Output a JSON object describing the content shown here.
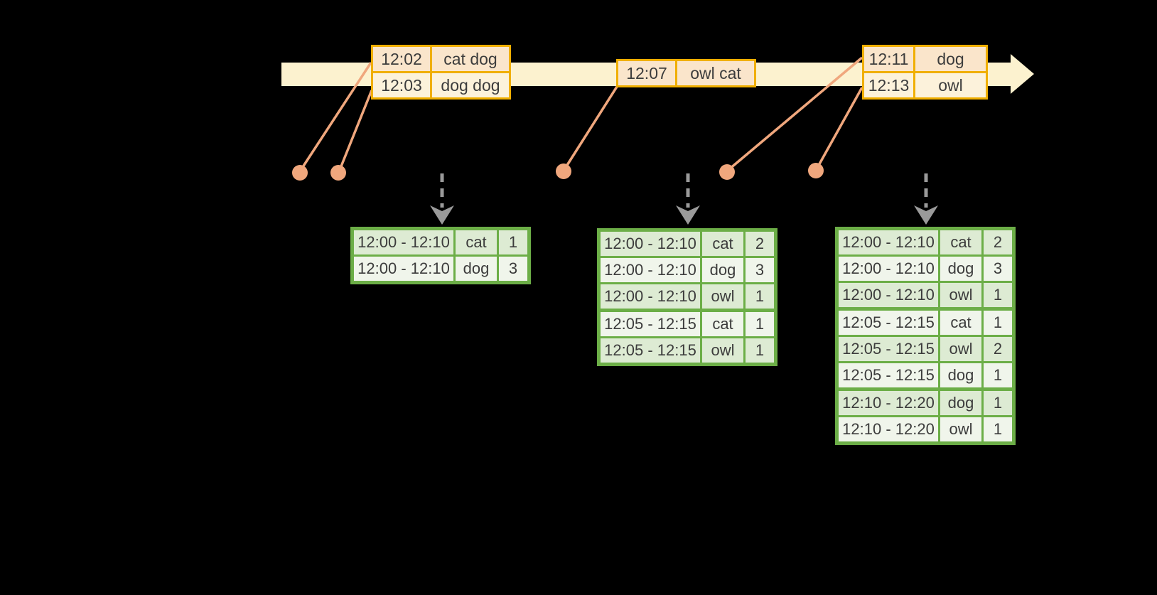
{
  "colors": {
    "background": "#000000",
    "band": "#FCF2CF",
    "gold": "#F0AF00",
    "peach": "#FAE5CB",
    "cream": "#FCF2DB",
    "salmon": "#F0A77D",
    "green": "#6CAE47",
    "greendark": "#DDEBD3",
    "greenlight": "#F0F5EB",
    "gray": "#9A9A9A",
    "text": "#3C3C3C"
  },
  "event_tables": [
    {
      "rows": [
        {
          "time": "12:02",
          "words": "cat dog"
        },
        {
          "time": "12:03",
          "words": "dog dog"
        }
      ]
    },
    {
      "rows": [
        {
          "time": "12:07",
          "words": "owl cat"
        }
      ]
    },
    {
      "rows": [
        {
          "time": "12:11",
          "words": "dog"
        },
        {
          "time": "12:13",
          "words": "owl"
        }
      ]
    }
  ],
  "result_tables": [
    {
      "rows": [
        {
          "window": "12:00 - 12:10",
          "word": "cat",
          "count": "1"
        },
        {
          "window": "12:00 - 12:10",
          "word": "dog",
          "count": "3"
        }
      ]
    },
    {
      "rows": [
        {
          "window": "12:00 - 12:10",
          "word": "cat",
          "count": "2"
        },
        {
          "window": "12:00 - 12:10",
          "word": "dog",
          "count": "3"
        },
        {
          "window": "12:00 - 12:10",
          "word": "owl",
          "count": "1"
        },
        {
          "window": "12:05 - 12:15",
          "word": "cat",
          "count": "1"
        },
        {
          "window": "12:05 - 12:15",
          "word": "owl",
          "count": "1"
        }
      ]
    },
    {
      "rows": [
        {
          "window": "12:00 - 12:10",
          "word": "cat",
          "count": "2"
        },
        {
          "window": "12:00 - 12:10",
          "word": "dog",
          "count": "3"
        },
        {
          "window": "12:00 - 12:10",
          "word": "owl",
          "count": "1"
        },
        {
          "window": "12:05 - 12:15",
          "word": "cat",
          "count": "1"
        },
        {
          "window": "12:05 - 12:15",
          "word": "owl",
          "count": "2"
        },
        {
          "window": "12:05 - 12:15",
          "word": "dog",
          "count": "1"
        },
        {
          "window": "12:10 - 12:20",
          "word": "dog",
          "count": "1"
        },
        {
          "window": "12:10 - 12:20",
          "word": "owl",
          "count": "1"
        }
      ]
    }
  ]
}
